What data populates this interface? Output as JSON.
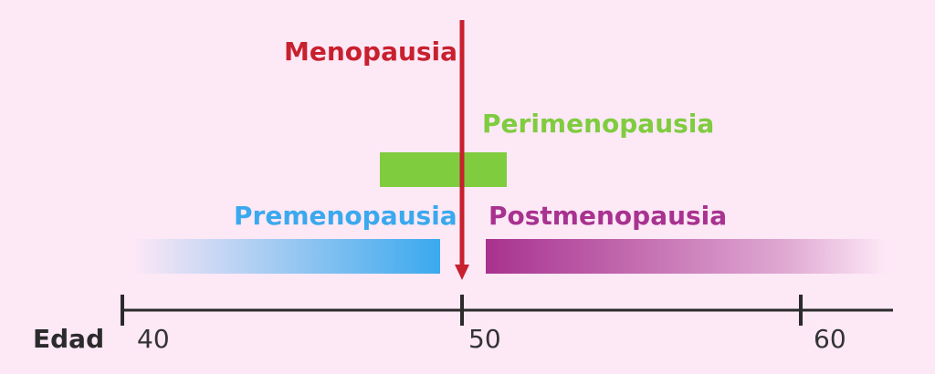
{
  "labels": {
    "menopausia": "Menopausia",
    "perimenopausia": "Perimenopausia",
    "premenopausia": "Premenopausia",
    "postmenopausia": "Postmenopausia"
  },
  "axis": {
    "title": "Edad",
    "ticks": [
      "40",
      "50",
      "60"
    ]
  },
  "colors": {
    "background": "#fde8f6",
    "menopausia": "#c8202e",
    "perimenopausia": "#7fcc3f",
    "premenopausia": "#3aa9ee",
    "postmenopausia": "#a8328f",
    "axis": "#2b2b2b"
  }
}
